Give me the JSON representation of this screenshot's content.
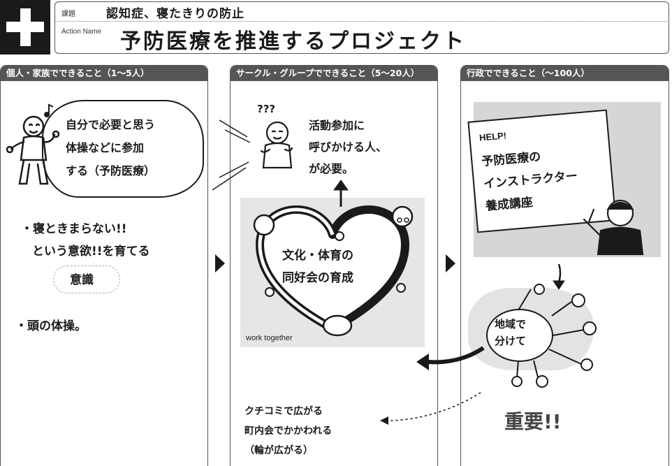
{
  "header": {
    "kadai_label": "課題",
    "kadai_text": "認知症、寝たきりの防止",
    "action_label": "Action Name",
    "action_text": "予防医療を推進するプロジェクト"
  },
  "panels": [
    {
      "title": "個人・家族でできること（1〜5人）",
      "bubble_lines": [
        "自分で必要と思う",
        "体操などに参加",
        "する（予防医療）"
      ],
      "line_1": "・寝ときまらない!!",
      "line_2": "という意欲!!を育てる",
      "awareness": "意識",
      "line_4": "・頭の体操。"
    },
    {
      "title": "サークル・グループでできること（5〜20人）",
      "question_marks": "???",
      "top_lines": [
        "活動参加に",
        "呼びかける人、",
        "が必要。"
      ],
      "heart_lines": [
        "文化・体育の",
        "同好会の育成"
      ],
      "work_together": "work together",
      "bottom_lines": [
        "クチコミで広がる",
        "町内会でかかわれる",
        "（輪が広がる）"
      ]
    },
    {
      "title": "行政でできること（〜100人）",
      "help_label": "HELP!",
      "sign_lines": [
        "予防医療の",
        "インストラクター",
        "養成講座"
      ],
      "region_lines": [
        "地域で",
        "分けて"
      ],
      "important": "重要!!"
    }
  ],
  "icons": {
    "logo": "cross-icon",
    "flow_arrow": "triangle-right-icon",
    "music_note": "music-note-icon"
  },
  "colors": {
    "ink": "#1a1a1a",
    "panel_header": "#555555",
    "photo_gray": "#e6e6e6"
  }
}
